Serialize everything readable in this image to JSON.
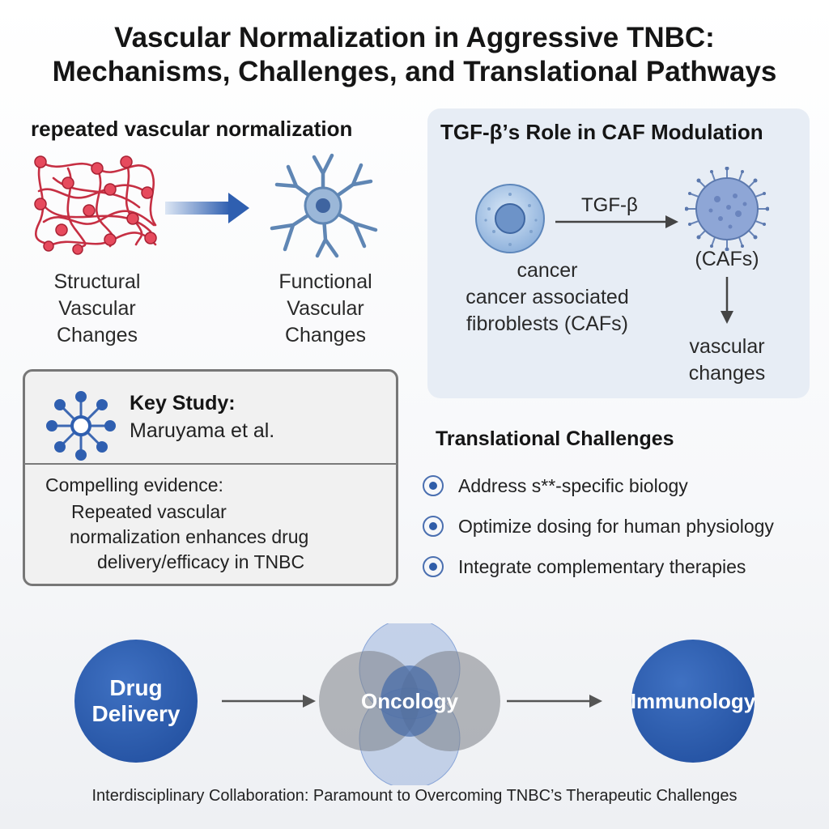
{
  "title": {
    "line1": "Vascular Normalization in Aggressive TNBC:",
    "line2": "Mechanisms, Challenges, and Translational Pathways"
  },
  "repeated": {
    "heading": "repeated vascular normalization",
    "structural": [
      "Structural",
      "Vascular",
      "Changes"
    ],
    "functional": [
      "Functional",
      "Vascular",
      "Changes"
    ]
  },
  "tgf": {
    "heading": "TGF-β’s Role in CAF Modulation",
    "arrow_label": "TGF-β",
    "cancer_label": [
      "cancer",
      "cancer associated",
      "fibroblests (CAFs)"
    ],
    "caf_label": "(CAFs)",
    "vascular_label": [
      "vascular",
      "changes"
    ]
  },
  "study": {
    "title": "Key Study:",
    "author": "Maruyama et al.",
    "evidence_lines": [
      "Compelling evidence:",
      "Repeated vascular",
      "normalization enhances drug",
      "delivery/efficacy in TNBC"
    ]
  },
  "challenges": {
    "heading": "Translational Challenges",
    "items": [
      "Address s**-specific biology",
      "Optimize dosing for human physiology",
      "Integrate complementary therapies"
    ]
  },
  "flow": {
    "drug": [
      "Drug",
      "Delivery"
    ],
    "oncology": "Oncology",
    "immunology": "Immunology"
  },
  "footer": "Interdisciplinary Collaboration: Paramount to Overcoming TNBC’s Therapeutic Challenges",
  "colors": {
    "accent_blue": "#2f5fb0",
    "network_red": "#d83a4c",
    "neuron_blue": "#5f86b4",
    "panel_bg": "#e7edf5"
  }
}
